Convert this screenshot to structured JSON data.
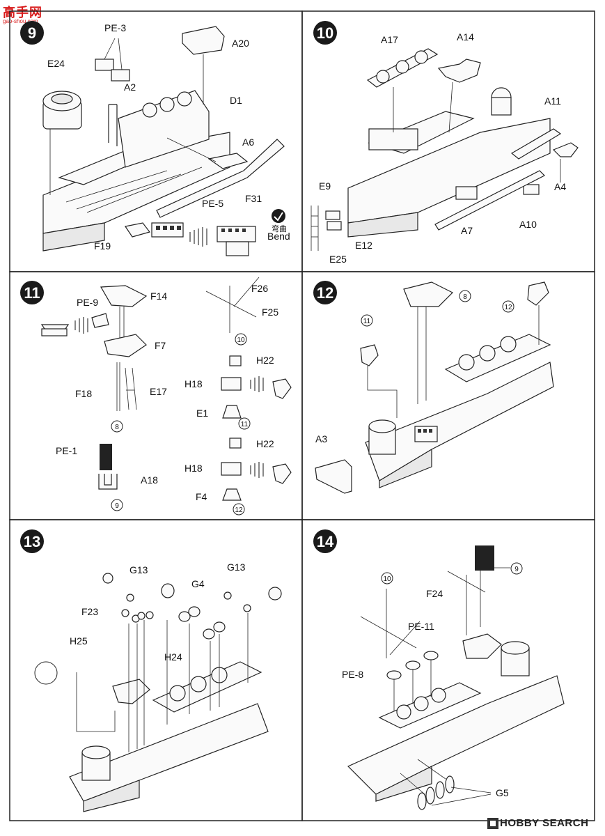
{
  "watermark": {
    "title": "高手网",
    "url": "gao-shou.com"
  },
  "footer": {
    "brand": "HOBBY SEARCH"
  },
  "steps": [
    {
      "number": "9",
      "labels": {
        "pe3": "PE-3",
        "a20": "A20",
        "e24": "E24",
        "a2": "A2",
        "d1": "D1",
        "a6": "A6",
        "f31": "F31",
        "pe5": "PE-5",
        "f19": "F19",
        "bend_cn": "弯曲",
        "bend_en": "Bend"
      }
    },
    {
      "number": "10",
      "labels": {
        "a17": "A17",
        "a14": "A14",
        "a11": "A11",
        "e9": "E9",
        "a4": "A4",
        "a10": "A10",
        "a7": "A7",
        "e12": "E12",
        "e25": "E25"
      }
    },
    {
      "number": "11",
      "labels": {
        "f26": "F26",
        "f14": "F14",
        "pe9": "PE-9",
        "f25": "F25",
        "ref10": "10",
        "f7": "F7",
        "h22a": "H22",
        "h18a": "H18",
        "f18": "F18",
        "e17": "E17",
        "e1": "E1",
        "ref8": "8",
        "ref11": "11",
        "pe1": "PE-1",
        "h22b": "H22",
        "h18b": "H18",
        "a18": "A18",
        "f4": "F4",
        "ref9": "9",
        "ref12": "12"
      }
    },
    {
      "number": "12",
      "labels": {
        "ref8": "8",
        "ref12": "12",
        "ref11": "11",
        "a3": "A3"
      }
    },
    {
      "number": "13",
      "labels": {
        "g13a": "G13",
        "g13b": "G13",
        "g4": "G4",
        "f23": "F23",
        "h25": "H25",
        "h24": "H24"
      }
    },
    {
      "number": "14",
      "labels": {
        "ref10": "10",
        "ref9": "9",
        "f24": "F24",
        "pe11": "PE-11",
        "pe8": "PE-8",
        "g5": "G5"
      }
    }
  ]
}
